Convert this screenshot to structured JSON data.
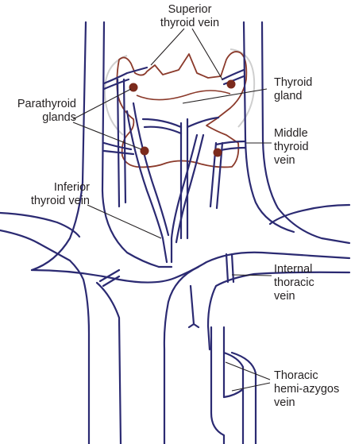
{
  "labels": {
    "superior_thyroid_vein": [
      "Superior",
      "thyroid vein"
    ],
    "thyroid_gland": [
      "Thyroid",
      "gland"
    ],
    "parathyroid_glands": [
      "Parathyroid",
      "glands"
    ],
    "middle_thyroid_vein": [
      "Middle",
      "thyroid",
      "vein"
    ],
    "inferior_thyroid_vein": [
      "Inferior",
      "thyroid vein"
    ],
    "internal_thoracic_vein": [
      "Internal",
      "thoracic",
      "vein"
    ],
    "thoracic_hemiazygos_vein": [
      "Thoracic",
      "hemi-azygos",
      "vein"
    ]
  },
  "colors": {
    "vein": "#2b2a72",
    "gland_outline": "#8b3a2b",
    "gland_halo": "#cfcfcf",
    "parathyroid": "#7b2a1c",
    "label_text": "#231f20",
    "leader": "#231f20"
  }
}
